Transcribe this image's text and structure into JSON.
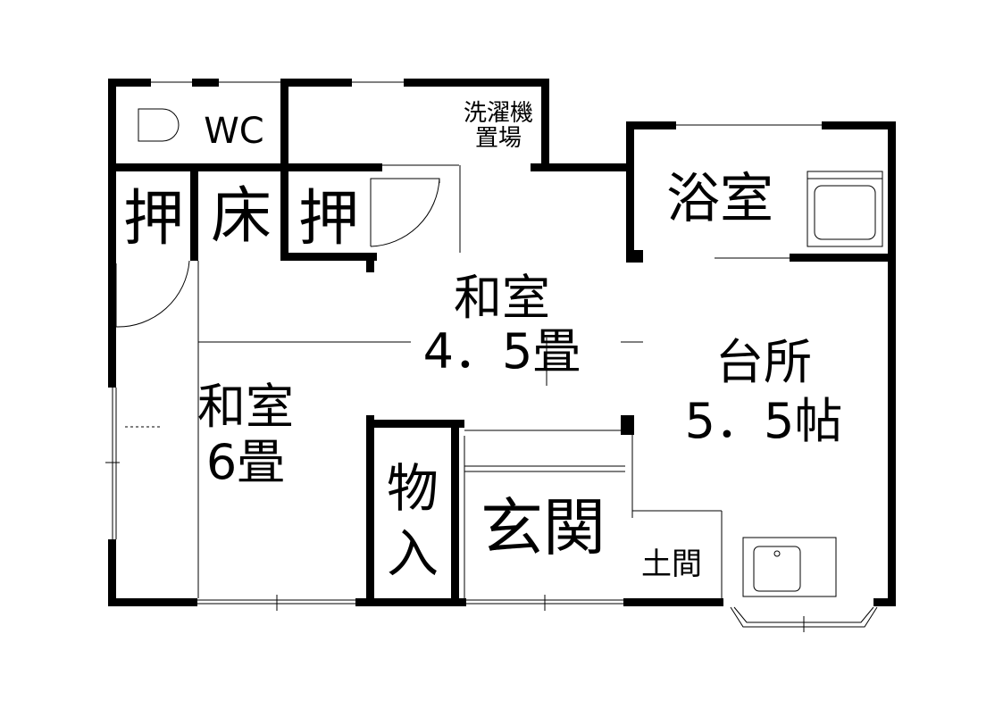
{
  "rooms": {
    "wc": "WC",
    "washer": [
      "洗濯機",
      "置場"
    ],
    "closet_left": "押",
    "alcove": "床",
    "closet_mid": "押",
    "bath": "浴室",
    "washitsu_45": [
      "和室",
      "4．5畳"
    ],
    "washitsu_6": [
      "和室",
      "6畳"
    ],
    "kitchen": [
      "台所",
      "5．5帖"
    ],
    "storage": [
      "物",
      "入"
    ],
    "entrance": "玄関",
    "doma": "土間"
  }
}
